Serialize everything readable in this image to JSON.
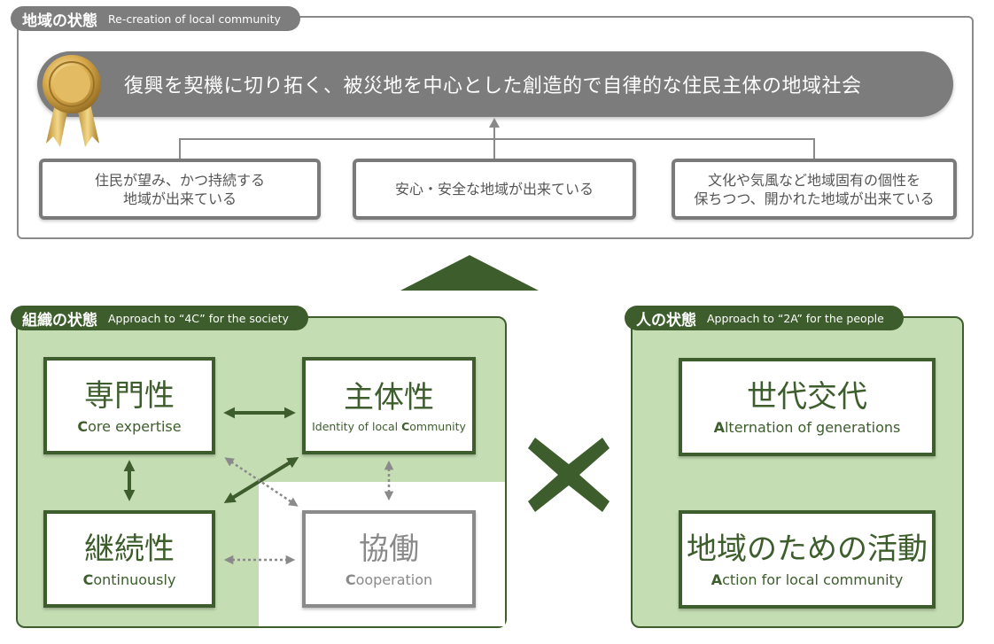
{
  "top": {
    "tag_jp": "地域の状態",
    "tag_en": "Re-creation of local community",
    "vision": "復興を契機に切り拓く、被災地を中心とした創造的で自律的な住民主体の地域社会",
    "goals": [
      {
        "line1": "住民が望み、かつ持続する",
        "line2": "地域が出来ている"
      },
      {
        "line1": "安心・安全な地域が出来ている",
        "line2": ""
      },
      {
        "line1": "文化や気風など地域固有の個性を",
        "line2": "保ちつつ、開かれた地域が出来ている"
      }
    ]
  },
  "org": {
    "tag_jp": "組織の状態",
    "tag_en": "Approach to “4C” for the society",
    "cards": {
      "expertise": {
        "jp": "専門性",
        "en_first": "C",
        "en_rest": "ore expertise"
      },
      "identity": {
        "jp": "主体性",
        "en_pre": "Identity of local ",
        "en_first": "C",
        "en_rest": "ommunity"
      },
      "continuity": {
        "jp": "継続性",
        "en_first": "C",
        "en_rest": "ontinuously"
      },
      "cooperation": {
        "jp": "協働",
        "en_first": "C",
        "en_rest": "ooperation"
      }
    }
  },
  "people": {
    "tag_jp": "人の状態",
    "tag_en": "Approach to “2A” for the people",
    "cards": {
      "generations": {
        "jp": "世代交代",
        "en_first": "A",
        "en_rest": "lternation of generations"
      },
      "action": {
        "jp": "地域のための活動",
        "en_first": "A",
        "en_rest": "ction for local community"
      }
    }
  },
  "colors": {
    "green_dark": "#3d5e2c",
    "green_light": "#c5ddb3",
    "gray": "#7c7c7c"
  }
}
